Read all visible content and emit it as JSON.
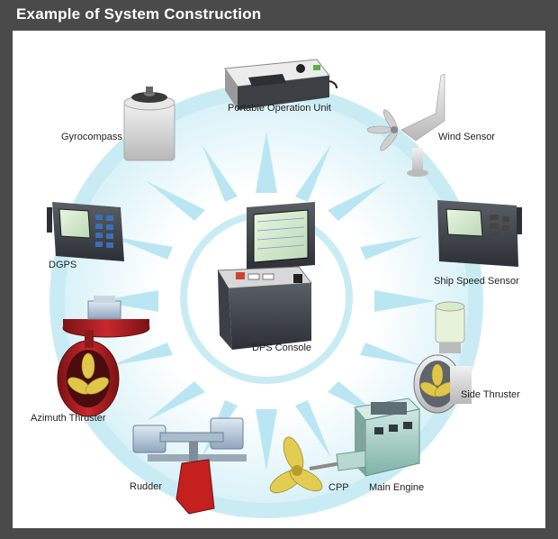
{
  "title": "Example of System Construction",
  "labels": {
    "portable_operation_unit": "Portable Operation Unit",
    "wind_sensor": "Wind Sensor",
    "gyrocompass": "Gyrocompass",
    "dgps": "DGPS",
    "ship_speed_sensor": "Ship Speed Sensor",
    "dps_console": "DPS Console",
    "side_thruster": "Side Thruster",
    "azimuth_thruster": "Azimuth Thruster",
    "rudder": "Rudder",
    "cpp": "CPP",
    "main_engine": "Main Engine"
  },
  "colors": {
    "header_bg": "#4a4a4a",
    "ring": "#c9ecf4",
    "burst": "#b9e6f2",
    "thruster_red": "#b01e22",
    "propeller_yellow": "#d6c24a",
    "engine_teal": "#a8cfc6"
  }
}
